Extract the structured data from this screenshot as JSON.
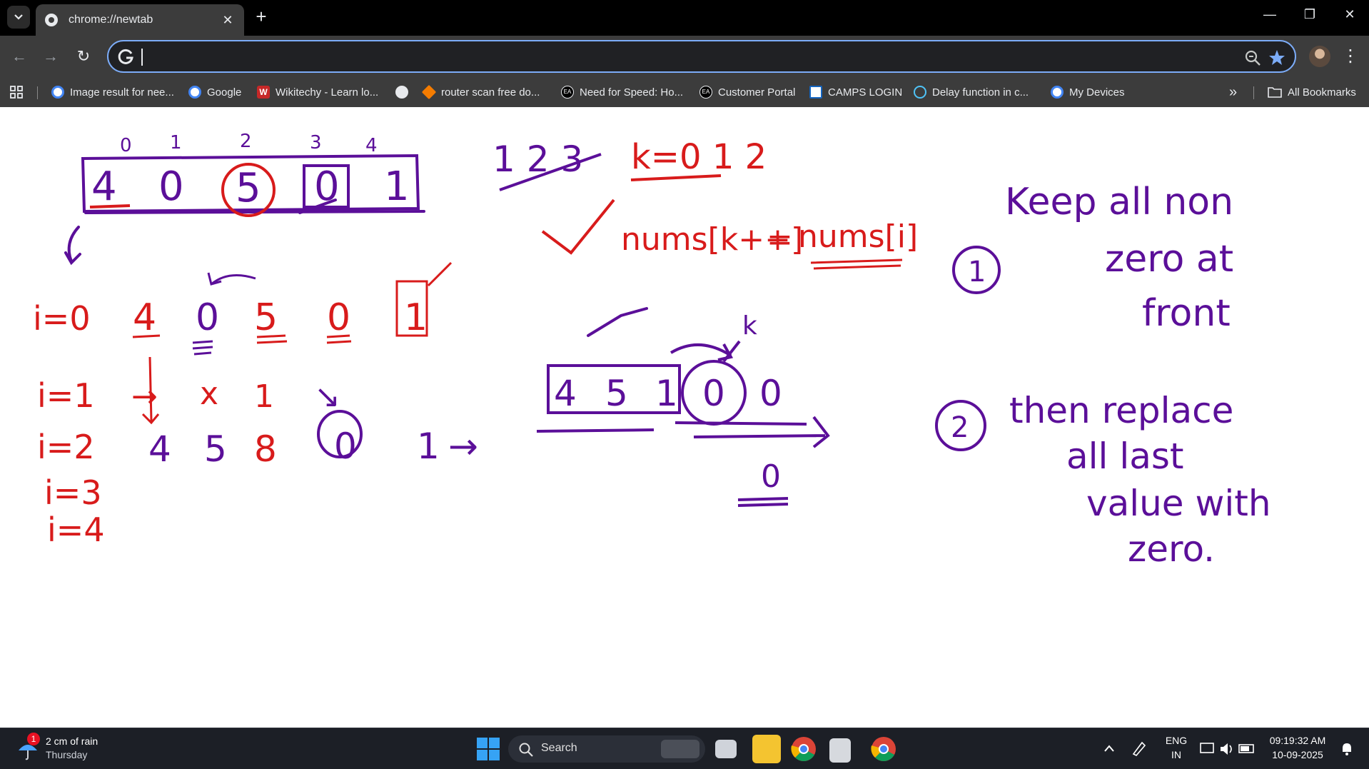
{
  "browser": {
    "tab": {
      "title": "chrome://newtab",
      "icon": "chrome-icon",
      "close_icon": "close-icon"
    },
    "new_tab_icon": "plus-icon",
    "window_controls": [
      "minimize-icon",
      "restore-icon",
      "close-icon"
    ],
    "toolbar": {
      "back_icon": "back-arrow-icon",
      "forward_icon": "forward-arrow-icon",
      "reload_icon": "reload-icon",
      "omnibox_value": "",
      "omnibox_icons": [
        "google-g-icon",
        "zoom-icon",
        "star-icon"
      ],
      "menu_icon": "kebab-menu-icon"
    },
    "bookmarks": [
      {
        "label": "Image result for nee...",
        "icon": "google-icon"
      },
      {
        "label": "Google",
        "icon": "google-icon"
      },
      {
        "label": "Wikitechy - Learn lo...",
        "icon": "wikitechy-icon"
      },
      {
        "label": "",
        "icon": "globe-icon"
      },
      {
        "label": "router scan free do...",
        "icon": "router-icon"
      },
      {
        "label": "Need for Speed: Ho...",
        "icon": "ea-icon"
      },
      {
        "label": "Customer Portal",
        "icon": "ea-icon"
      },
      {
        "label": "CAMPS LOGIN",
        "icon": "camps-icon"
      },
      {
        "label": "Delay function in c...",
        "icon": "delay-icon"
      },
      {
        "label": "My Devices",
        "icon": "google-icon"
      }
    ],
    "bookmarks_overflow": "»",
    "all_bookmarks": "All Bookmarks",
    "apps_icon": "apps-grid-icon"
  },
  "notes": {
    "top_array": [
      "4",
      "0",
      "5",
      "0",
      "1"
    ],
    "top_indices": [
      "0",
      "1",
      "2",
      "3",
      "4"
    ],
    "steps": [
      {
        "label": "i=0",
        "values": [
          "4",
          "0",
          "5",
          "0",
          "1"
        ]
      },
      {
        "label": "i=1",
        "values": [
          "→",
          "x",
          "1",
          "↘"
        ]
      },
      {
        "label": "i=2",
        "values": [
          "4",
          "5",
          "8",
          "0",
          "1",
          "→"
        ]
      },
      {
        "label": "i=3",
        "values": []
      },
      {
        "label": "i=4",
        "values": []
      }
    ],
    "counter_note": "1 2 3",
    "k_note": "k=0 1 2",
    "formula_left": "nums[k++]",
    "formula_eq": "=",
    "formula_right": "nums[i]",
    "result_array": [
      "4",
      "5",
      "1",
      "0",
      "0"
    ],
    "k_marker": "k",
    "extra_zero": "0",
    "rules": [
      {
        "num": "1",
        "text_lines": [
          "Keep all non",
          "zero at",
          "front"
        ]
      },
      {
        "num": "2",
        "text_lines": [
          "then replace",
          "all last",
          "value with",
          "zero."
        ]
      }
    ]
  },
  "taskbar": {
    "weather": {
      "line1": "2 cm of rain",
      "line2": "Thursday",
      "badge": "1",
      "icon": "rain-umbrella-icon"
    },
    "search_label": "Search",
    "apps": [
      "windows-start-icon",
      "search-icon",
      "widget-icon",
      "task-view-icon",
      "file-explorer-icon",
      "chrome-icon",
      "snipping-tool-icon",
      "chrome-icon"
    ],
    "tray": {
      "chevron": "chevron-up-icon",
      "lang_top": "ENG",
      "lang_bottom": "IN",
      "time": "09:19:32 AM",
      "date": "10-09-2025"
    }
  }
}
